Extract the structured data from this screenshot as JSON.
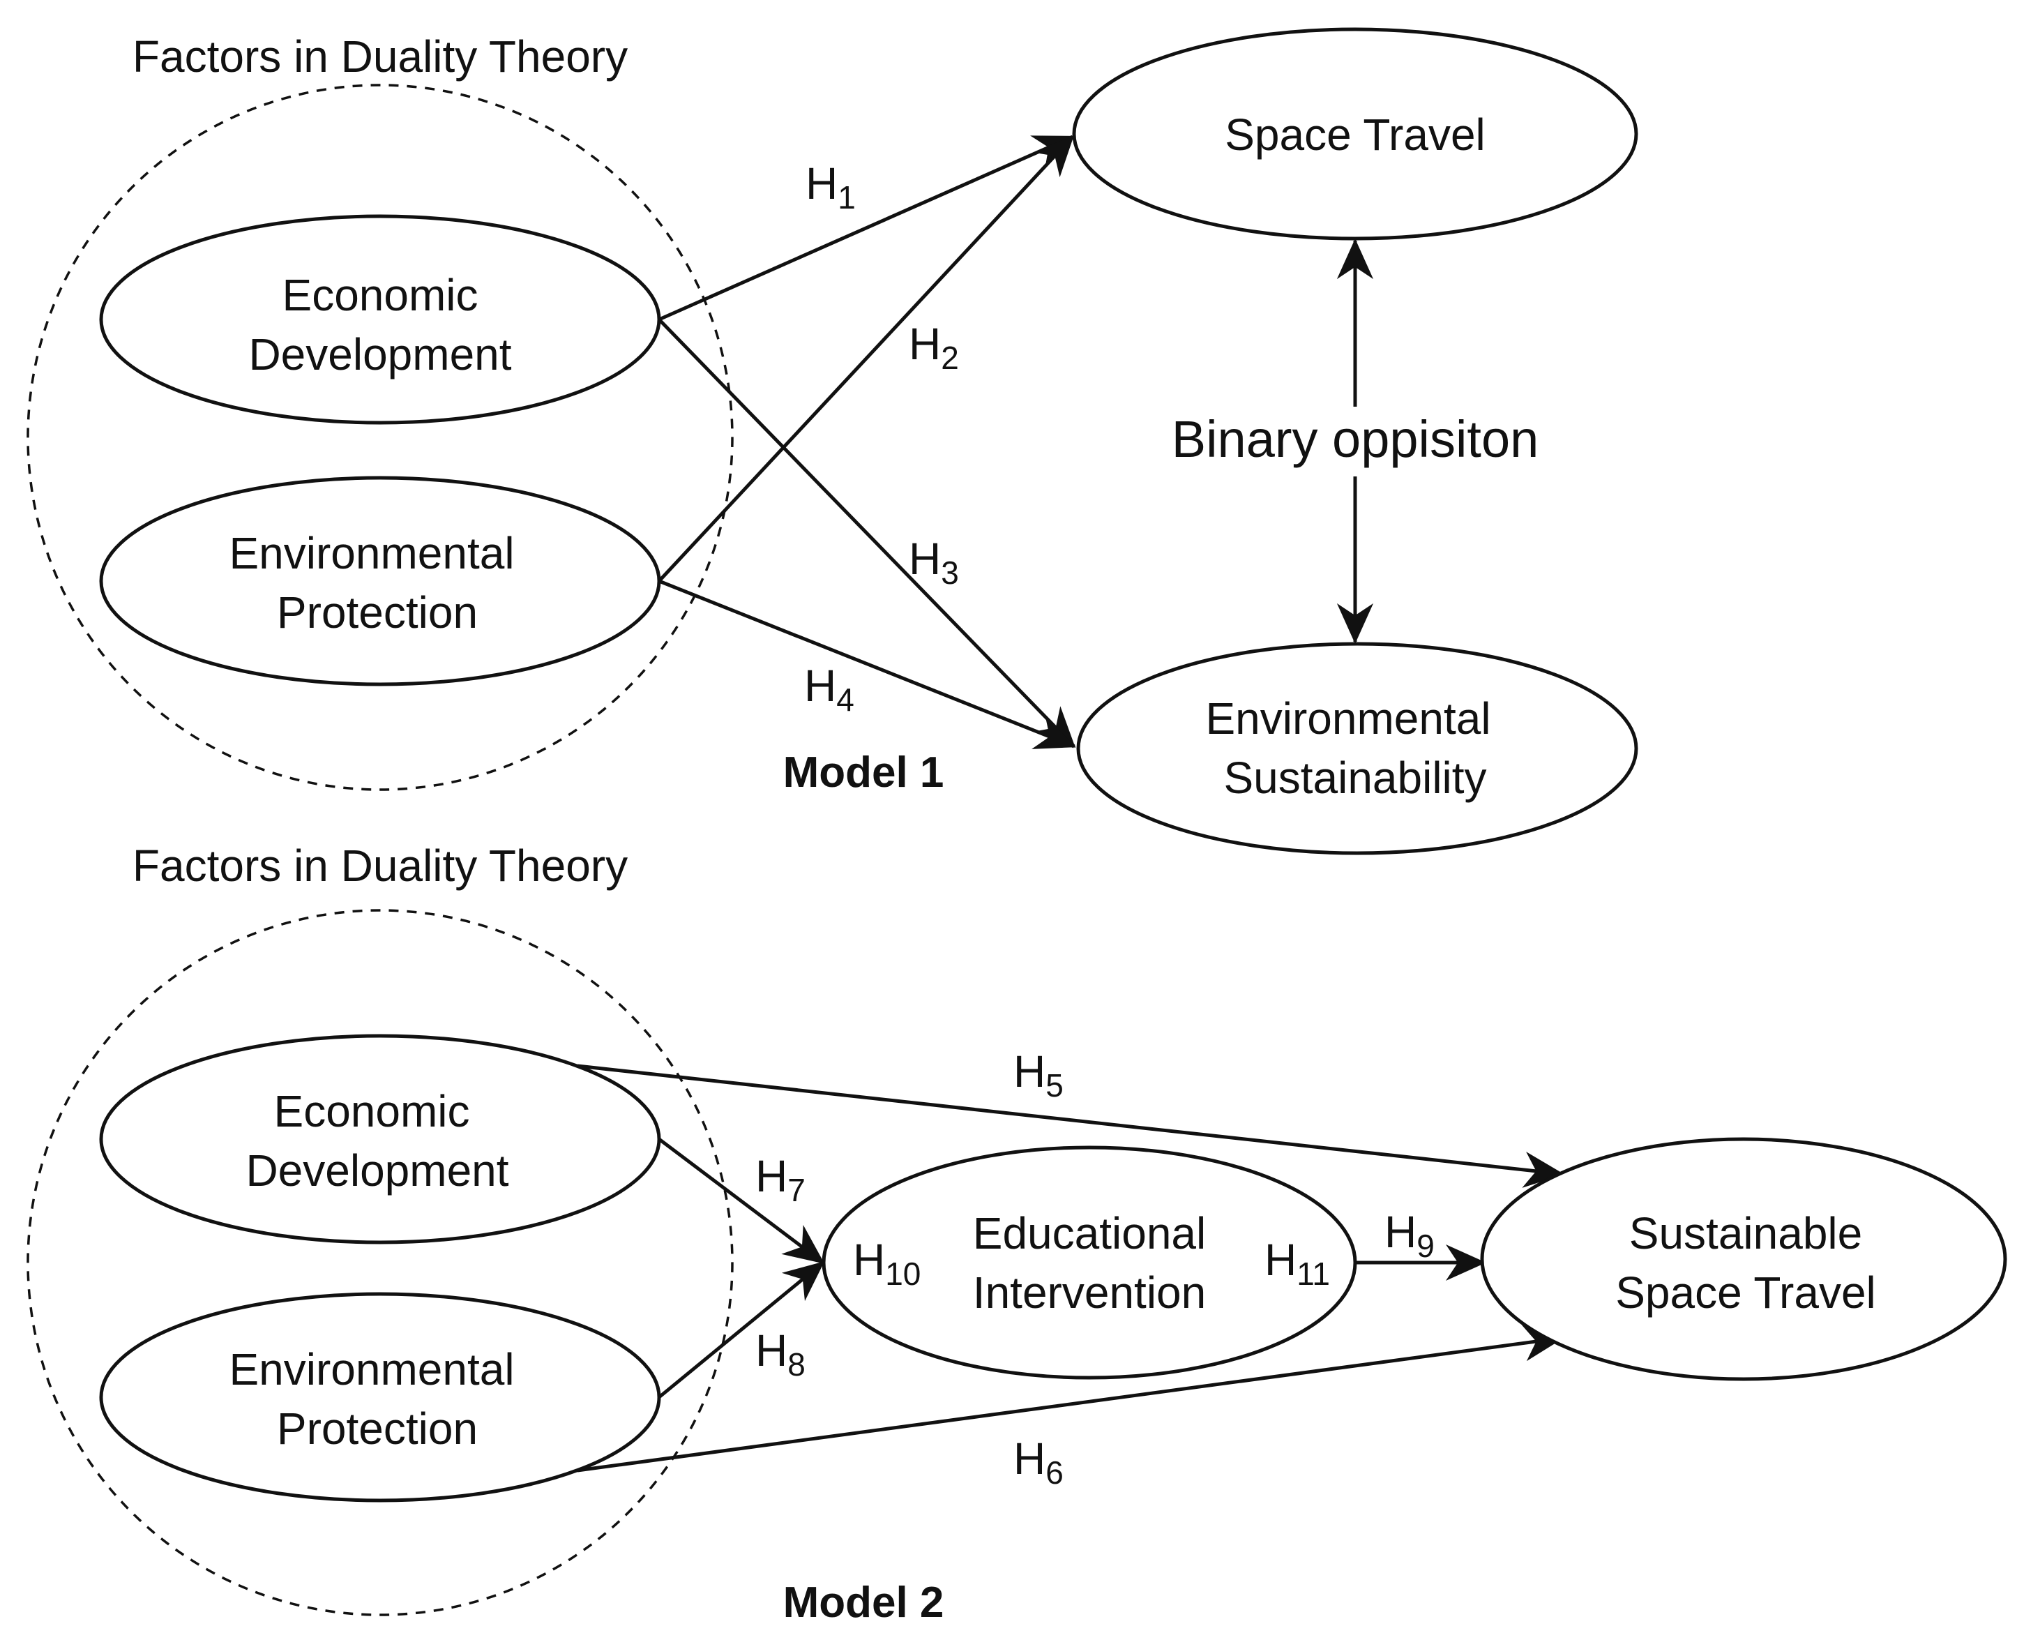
{
  "colors": {
    "stroke": "#111111",
    "background": "#ffffff"
  },
  "model1": {
    "group_title": "Factors in Duality Theory",
    "label": "Model 1",
    "nodes": {
      "economic_development": [
        "Economic",
        "Development"
      ],
      "environmental_protection": [
        "Environmental",
        "Protection"
      ],
      "space_travel": [
        "Space Travel"
      ],
      "environmental_sustainability": [
        "Environmental",
        "Sustainability"
      ]
    },
    "binary_label": "Binary oppisiton",
    "hypotheses": {
      "h1": {
        "main": "H",
        "sub": "1"
      },
      "h2": {
        "main": "H",
        "sub": "2"
      },
      "h3": {
        "main": "H",
        "sub": "3"
      },
      "h4": {
        "main": "H",
        "sub": "4"
      }
    }
  },
  "model2": {
    "group_title": "Factors in Duality Theory",
    "label": "Model 2",
    "nodes": {
      "economic_development": [
        "Economic",
        "Development"
      ],
      "environmental_protection": [
        "Environmental",
        "Protection"
      ],
      "educational_intervention": [
        "Educational",
        "Intervention"
      ],
      "sustainable_space_travel": [
        "Sustainable",
        "Space Travel"
      ]
    },
    "hypotheses": {
      "h5": {
        "main": "H",
        "sub": "5"
      },
      "h6": {
        "main": "H",
        "sub": "6"
      },
      "h7": {
        "main": "H",
        "sub": "7"
      },
      "h8": {
        "main": "H",
        "sub": "8"
      },
      "h9": {
        "main": "H",
        "sub": "9"
      },
      "h10": {
        "main": "H",
        "sub": "10"
      },
      "h11": {
        "main": "H",
        "sub": "11"
      }
    }
  }
}
